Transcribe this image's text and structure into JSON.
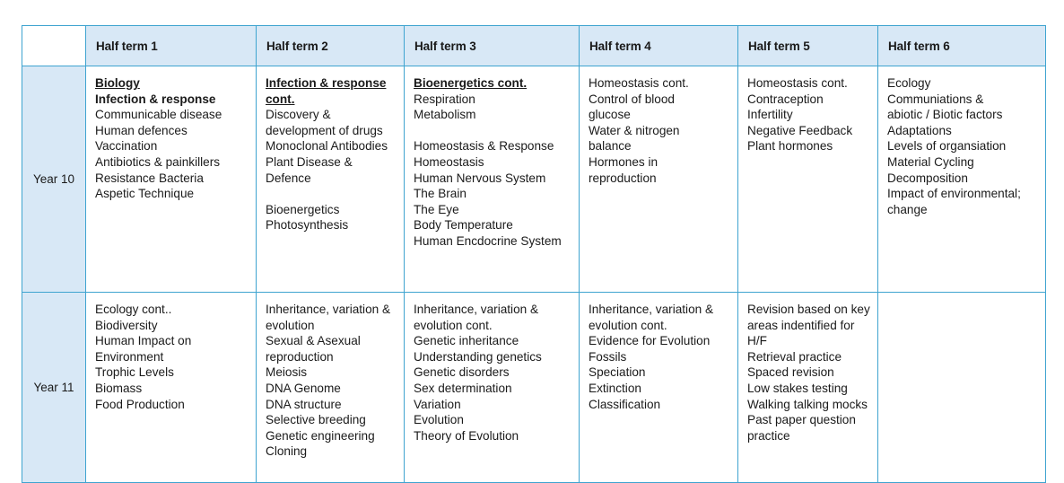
{
  "table": {
    "corner_label": "",
    "column_headers": [
      "Half term 1",
      "Half term 2",
      "Half term 3",
      "Half term 4",
      "Half term 5",
      "Half term 6"
    ],
    "colors": {
      "border": "#3fa4d0",
      "header_fill": "#d8e8f6",
      "cell_fill": "#ffffff",
      "text": "#1a1a1a"
    },
    "rows": [
      {
        "year_label": "Year 10",
        "cells": [
          {
            "lines": [
              {
                "text": "Biology",
                "style": "bold-underline"
              },
              {
                "text": "Infection & response",
                "style": "bold"
              },
              {
                "text": "Communicable disease",
                "style": "normal"
              },
              {
                "text": "Human defences",
                "style": "normal"
              },
              {
                "text": "Vaccination",
                "style": "normal"
              },
              {
                "text": "Antibiotics & painkillers",
                "style": "normal"
              },
              {
                "text": "Resistance Bacteria",
                "style": "normal"
              },
              {
                "text": "Aspetic Technique",
                "style": "normal"
              }
            ]
          },
          {
            "lines": [
              {
                "text": "Infection & response",
                "style": "bold-underline"
              },
              {
                "text": "cont.",
                "style": "bold-underline"
              },
              {
                "text": "Discovery &",
                "style": "normal"
              },
              {
                "text": "development of drugs",
                "style": "normal"
              },
              {
                "text": "Monoclonal Antibodies",
                "style": "normal"
              },
              {
                "text": "Plant Disease &",
                "style": "normal"
              },
              {
                "text": "Defence",
                "style": "normal"
              },
              {
                "text": "",
                "style": "blank"
              },
              {
                "text": "Bioenergetics",
                "style": "normal"
              },
              {
                "text": "Photosynthesis",
                "style": "normal"
              }
            ]
          },
          {
            "lines": [
              {
                "text": "Bioenergetics cont.",
                "style": "bold-underline"
              },
              {
                "text": "Respiration",
                "style": "normal"
              },
              {
                "text": "Metabolism",
                "style": "normal"
              },
              {
                "text": "",
                "style": "blank"
              },
              {
                "text": "Homeostasis & Response",
                "style": "normal"
              },
              {
                "text": "Homeostasis",
                "style": "normal"
              },
              {
                "text": "Human Nervous System",
                "style": "normal"
              },
              {
                "text": "The Brain",
                "style": "normal"
              },
              {
                "text": "The Eye",
                "style": "normal"
              },
              {
                "text": "Body Temperature",
                "style": "normal"
              },
              {
                "text": "Human Encdocrine System",
                "style": "normal"
              }
            ]
          },
          {
            "lines": [
              {
                "text": "Homeostasis cont.",
                "style": "normal"
              },
              {
                "text": "Control of blood",
                "style": "normal"
              },
              {
                "text": "glucose",
                "style": "normal"
              },
              {
                "text": "Water & nitrogen",
                "style": "normal"
              },
              {
                "text": "balance",
                "style": "normal"
              },
              {
                "text": "Hormones in",
                "style": "normal"
              },
              {
                "text": "reproduction",
                "style": "normal"
              }
            ]
          },
          {
            "lines": [
              {
                "text": "Homeostasis cont.",
                "style": "normal"
              },
              {
                "text": "Contraception",
                "style": "normal"
              },
              {
                "text": "Infertility",
                "style": "normal"
              },
              {
                "text": "Negative Feedback",
                "style": "normal"
              },
              {
                "text": "Plant hormones",
                "style": "normal"
              }
            ]
          },
          {
            "lines": [
              {
                "text": "Ecology",
                "style": "normal"
              },
              {
                "text": "Communiations &",
                "style": "normal"
              },
              {
                "text": "abiotic / Biotic factors",
                "style": "normal"
              },
              {
                "text": "Adaptations",
                "style": "normal"
              },
              {
                "text": "Levels of organsiation",
                "style": "normal"
              },
              {
                "text": "Material Cycling",
                "style": "normal"
              },
              {
                "text": "Decomposition",
                "style": "normal"
              },
              {
                "text": "Impact of environmental;",
                "style": "normal"
              },
              {
                "text": "change",
                "style": "normal"
              }
            ]
          }
        ]
      },
      {
        "year_label": "Year 11",
        "cells": [
          {
            "lines": [
              {
                "text": "Ecology cont..",
                "style": "normal"
              },
              {
                "text": "Biodiversity",
                "style": "normal"
              },
              {
                "text": "Human Impact on",
                "style": "normal"
              },
              {
                "text": "Environment",
                "style": "normal"
              },
              {
                "text": "Trophic Levels",
                "style": "normal"
              },
              {
                "text": "Biomass",
                "style": "normal"
              },
              {
                "text": "Food Production",
                "style": "normal"
              }
            ]
          },
          {
            "lines": [
              {
                "text": "Inheritance, variation &",
                "style": "normal"
              },
              {
                "text": "evolution",
                "style": "normal"
              },
              {
                "text": "Sexual & Asexual",
                "style": "normal"
              },
              {
                "text": "reproduction",
                "style": "normal"
              },
              {
                "text": "Meiosis",
                "style": "normal"
              },
              {
                "text": "DNA Genome",
                "style": "normal"
              },
              {
                "text": "DNA structure",
                "style": "normal"
              },
              {
                "text": "Selective breeding",
                "style": "normal"
              },
              {
                "text": "Genetic engineering",
                "style": "normal"
              },
              {
                "text": "Cloning",
                "style": "normal"
              }
            ]
          },
          {
            "lines": [
              {
                "text": "Inheritance, variation &",
                "style": "normal"
              },
              {
                "text": "evolution cont.",
                "style": "normal"
              },
              {
                "text": "Genetic inheritance",
                "style": "normal"
              },
              {
                "text": "Understanding genetics",
                "style": "normal"
              },
              {
                "text": "Genetic disorders",
                "style": "normal"
              },
              {
                "text": "Sex determination",
                "style": "normal"
              },
              {
                "text": "Variation",
                "style": "normal"
              },
              {
                "text": "Evolution",
                "style": "normal"
              },
              {
                "text": "Theory of Evolution",
                "style": "normal"
              }
            ]
          },
          {
            "lines": [
              {
                "text": "Inheritance, variation &",
                "style": "normal"
              },
              {
                "text": "evolution cont.",
                "style": "normal"
              },
              {
                "text": "Evidence for Evolution",
                "style": "normal"
              },
              {
                "text": "Fossils",
                "style": "normal"
              },
              {
                "text": "Speciation",
                "style": "normal"
              },
              {
                "text": "Extinction",
                "style": "normal"
              },
              {
                "text": "Classification",
                "style": "normal"
              }
            ]
          },
          {
            "lines": [
              {
                "text": "Revision based on key",
                "style": "normal"
              },
              {
                "text": "areas indentified for",
                "style": "normal"
              },
              {
                "text": "H/F",
                "style": "normal"
              },
              {
                "text": "Retrieval practice",
                "style": "normal"
              },
              {
                "text": "Spaced revision",
                "style": "normal"
              },
              {
                "text": "Low stakes testing",
                "style": "normal"
              },
              {
                "text": "Walking talking mocks",
                "style": "normal"
              },
              {
                "text": "Past paper question",
                "style": "normal"
              },
              {
                "text": "practice",
                "style": "normal"
              }
            ]
          },
          {
            "lines": []
          }
        ]
      }
    ]
  }
}
